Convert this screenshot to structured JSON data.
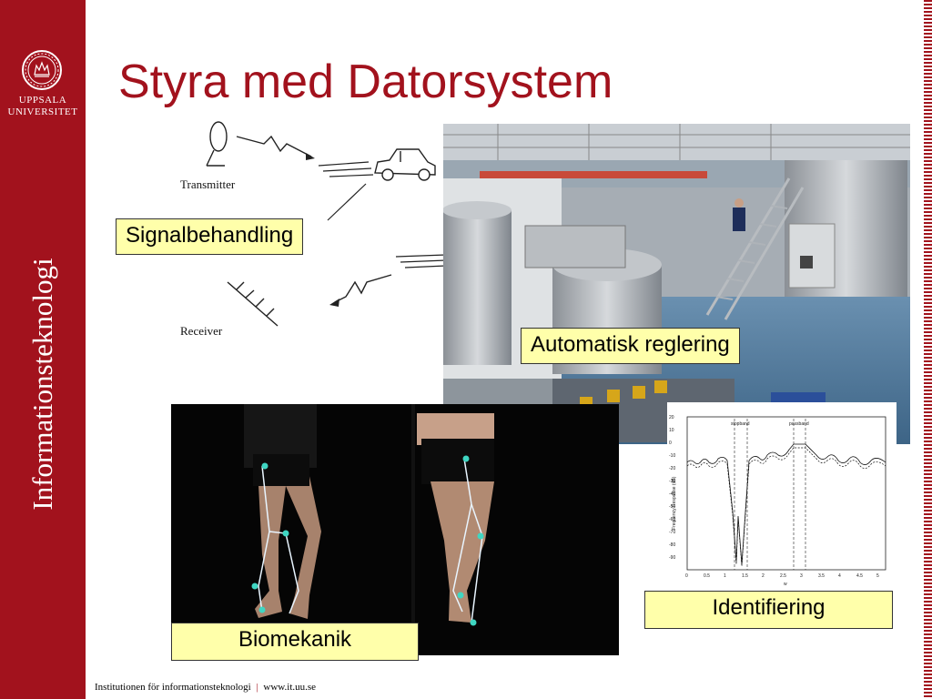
{
  "sidebar": {
    "university_line1": "UPPSALA",
    "university_line2": "UNIVERSITET",
    "vertical_text": "Informationsteknologi"
  },
  "slide": {
    "title": "Styra med Datorsystem"
  },
  "diagram": {
    "transmitter_label": "Transmitter",
    "receiver_label": "Receiver"
  },
  "labels": {
    "signal": "Signalbehandling",
    "auto": "Automatisk reglering",
    "bio": "Biomekanik",
    "ident": "Identifiering"
  },
  "plot": {
    "stopband_label": "stopband",
    "passband_label": "passband",
    "ylabel": "Frequency Response (dB)",
    "xlabel": "w",
    "y_ticks": [
      "20",
      "10",
      "0",
      "-10",
      "-20",
      "-30",
      "-40",
      "-50",
      "-60",
      "-70",
      "-80",
      "-90"
    ],
    "x_ticks": [
      "0",
      "0.5",
      "1",
      "1.5",
      "2",
      "2.5",
      "3",
      "3.5",
      "4",
      "4.5",
      "5"
    ]
  },
  "footer": {
    "institution": "Institutionen för informationsteknologi",
    "separator": "|",
    "url": "www.it.uu.se"
  },
  "colors": {
    "brand_red": "#a2121d",
    "label_bg": "#ffffaa"
  }
}
